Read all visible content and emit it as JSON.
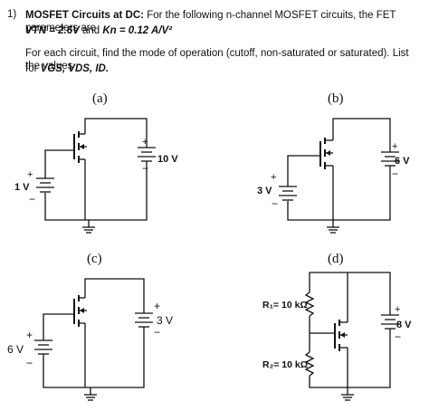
{
  "question": {
    "number": "1)",
    "title": "MOSFET Circuits at DC:",
    "intro": "For the following n-channel MOSFET circuits, the FET parameters are",
    "vtn": "VTN = 2.6V",
    "and": "and",
    "kn": "Kn = 0.12 A/V²",
    "instruction": "For each circuit, find the mode of operation (cutoff, non-saturated or saturated). List the values",
    "for_text": "for",
    "list_vars": "VGS, VDS, ID."
  },
  "circuits": {
    "a": {
      "label": "(a)",
      "vdd": "10 V",
      "vgs": "1 V"
    },
    "b": {
      "label": "(b)",
      "vdd": "6 V",
      "vgs": "3 V"
    },
    "c": {
      "label": "(c)",
      "vdd": "3 V",
      "vgs": "6 V"
    },
    "d": {
      "label": "(d)",
      "vdd": "8 V",
      "r1": "R₁= 10 kΩ",
      "r2": "R₂= 10 kΩ"
    }
  },
  "symbols": {
    "plus": "+",
    "minus": "−"
  }
}
